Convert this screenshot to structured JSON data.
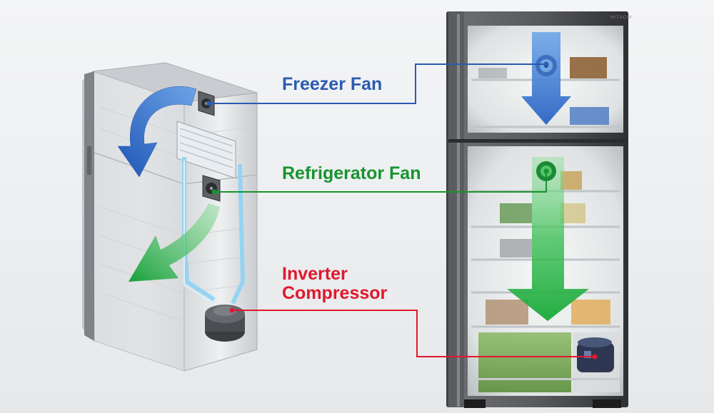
{
  "brand_mark": "HITACHI",
  "labels": {
    "freezer_fan": "Freezer Fan",
    "refrigerator_fan": "Refrigerator Fan",
    "inverter_compressor_line1": "Inverter",
    "inverter_compressor_line2": "Compressor"
  },
  "colors": {
    "freezer": "#2a5bb0",
    "refrigerator": "#16942e",
    "compressor": "#e0182d",
    "freezer_arrow": "#3f7fd0",
    "fridge_arrow": "#2fb14a"
  },
  "icons": {
    "freezer_fan": "fan-icon",
    "refrigerator_fan": "fan-icon",
    "compressor": "compressor-icon"
  }
}
